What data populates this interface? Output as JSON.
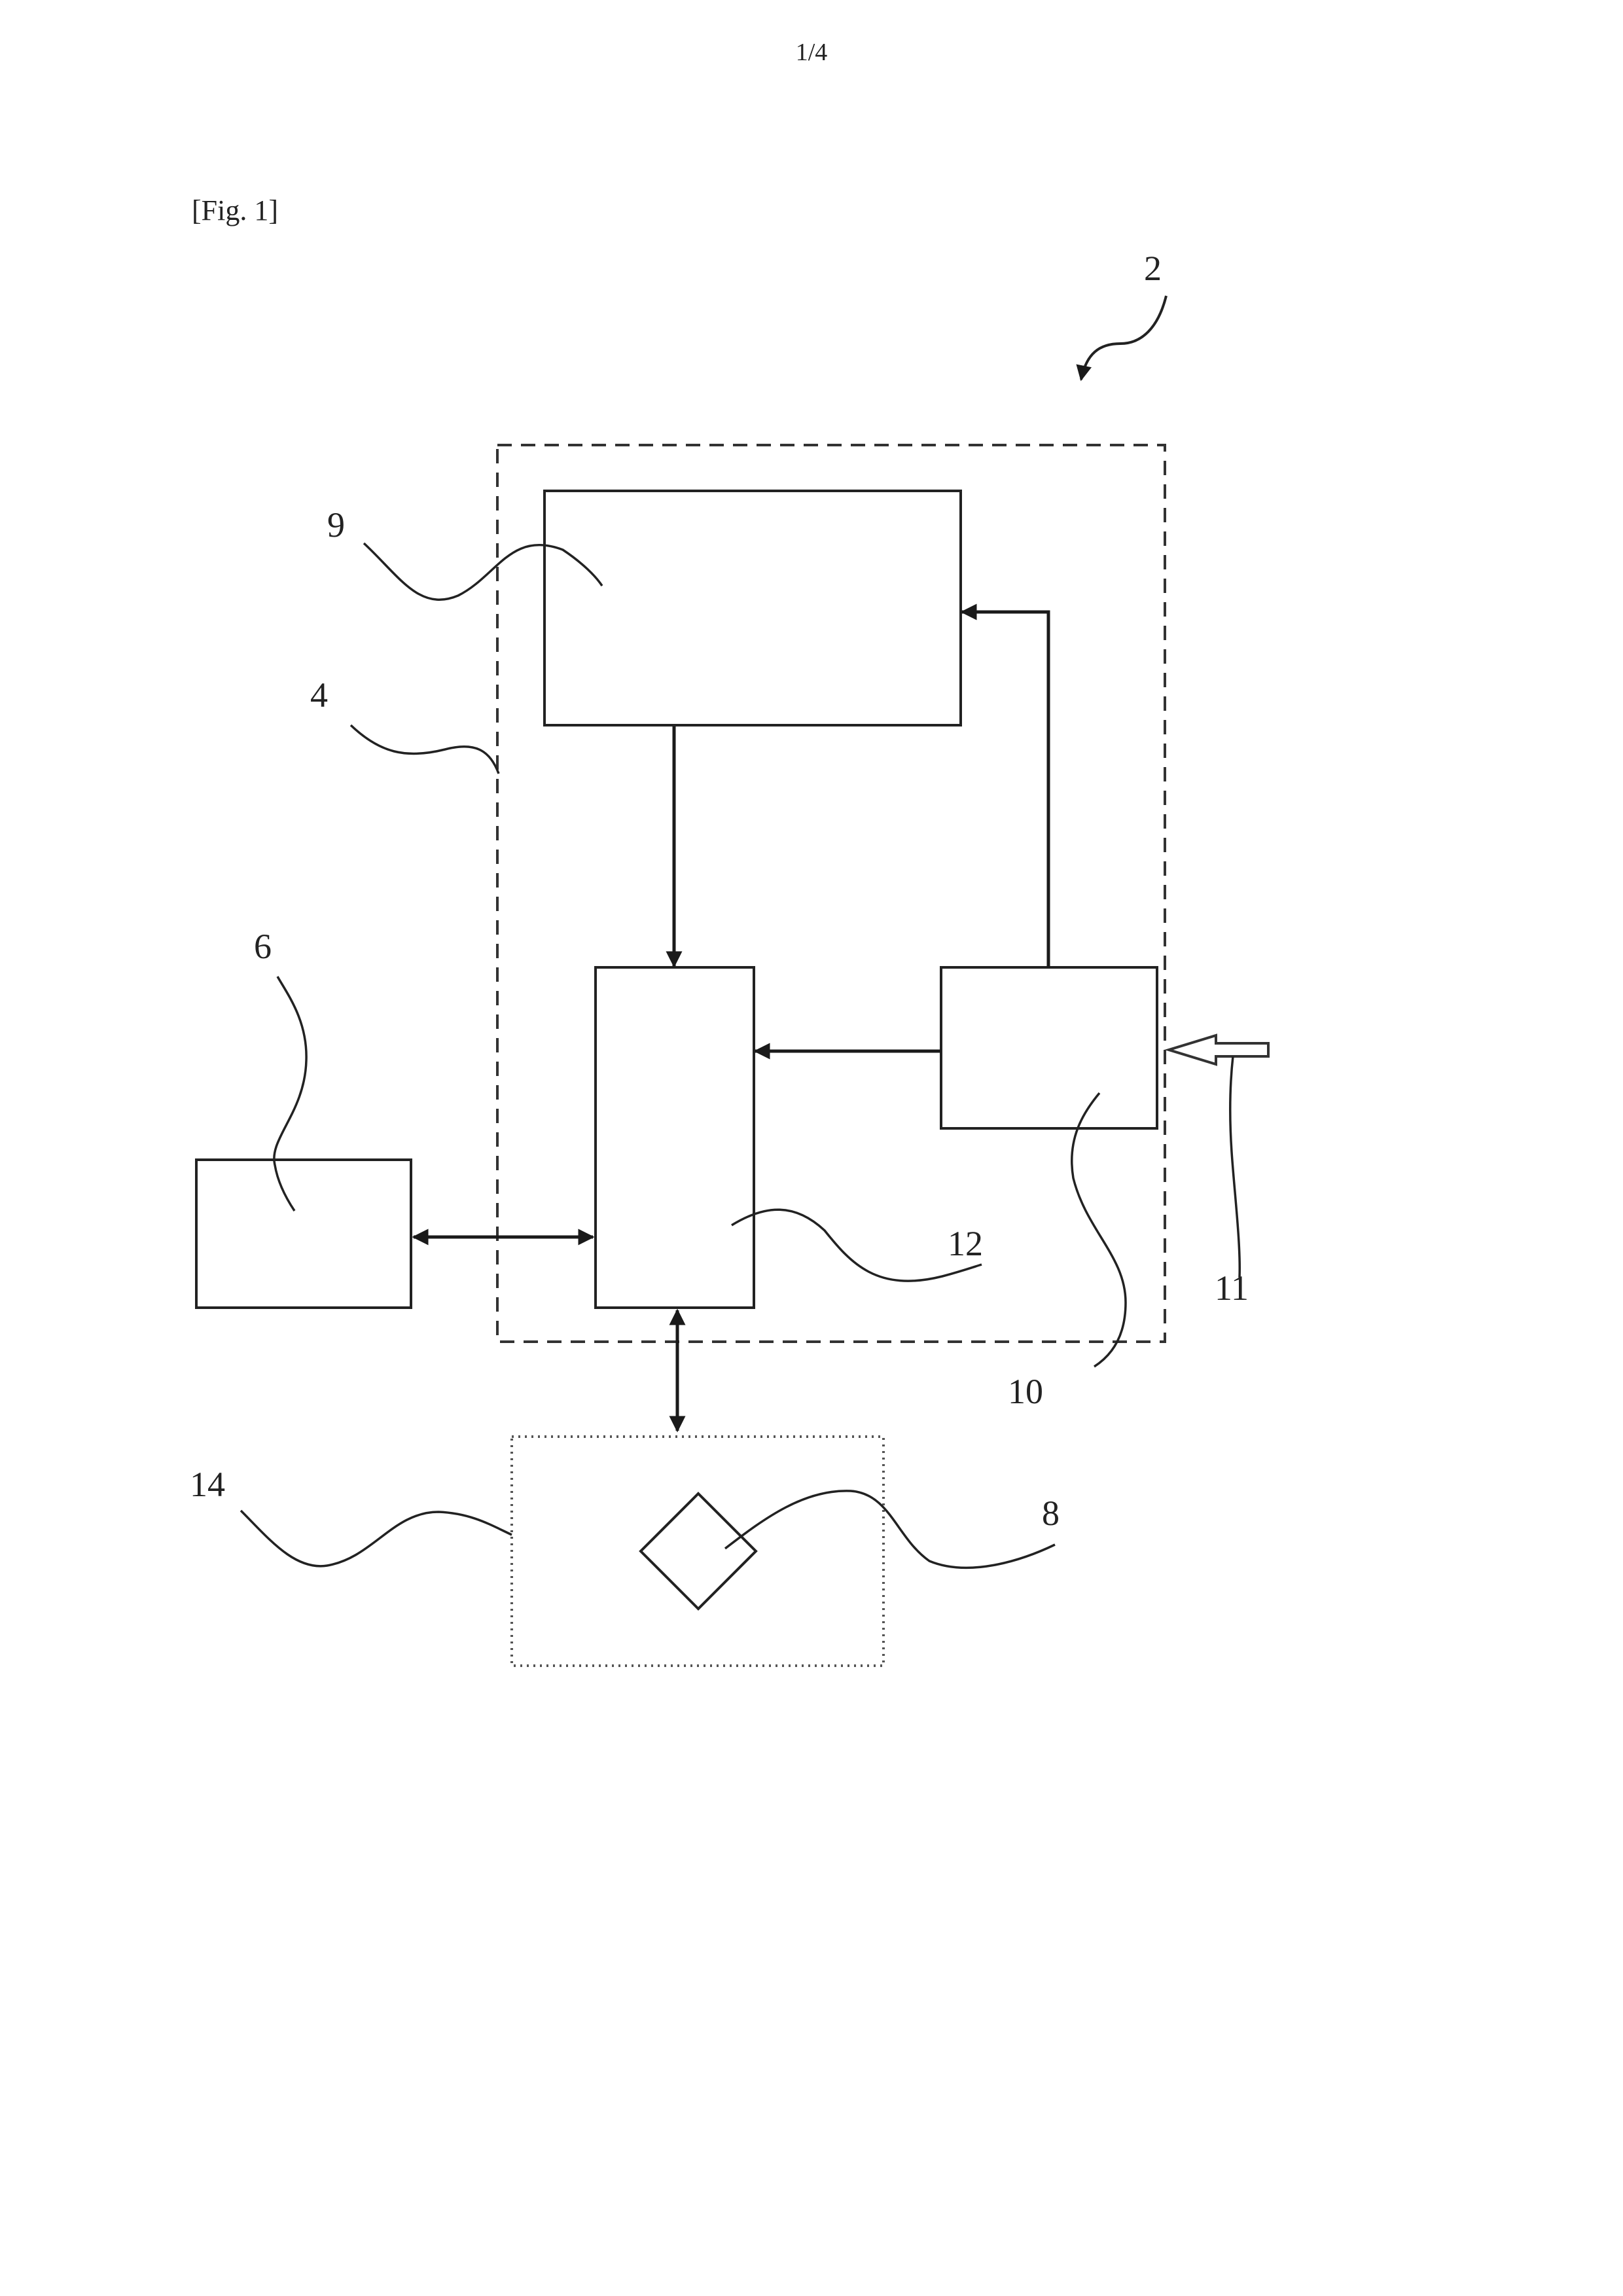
{
  "header": {
    "sheet_number": "1/4"
  },
  "figure": {
    "label": "[Fig. 1]"
  },
  "reference_numerals": {
    "system": "2",
    "housing": "4",
    "element_6": "6",
    "element_8": "8",
    "element_9": "9",
    "element_10": "10",
    "input_11": "11",
    "element_12": "12",
    "zone_14": "14"
  }
}
